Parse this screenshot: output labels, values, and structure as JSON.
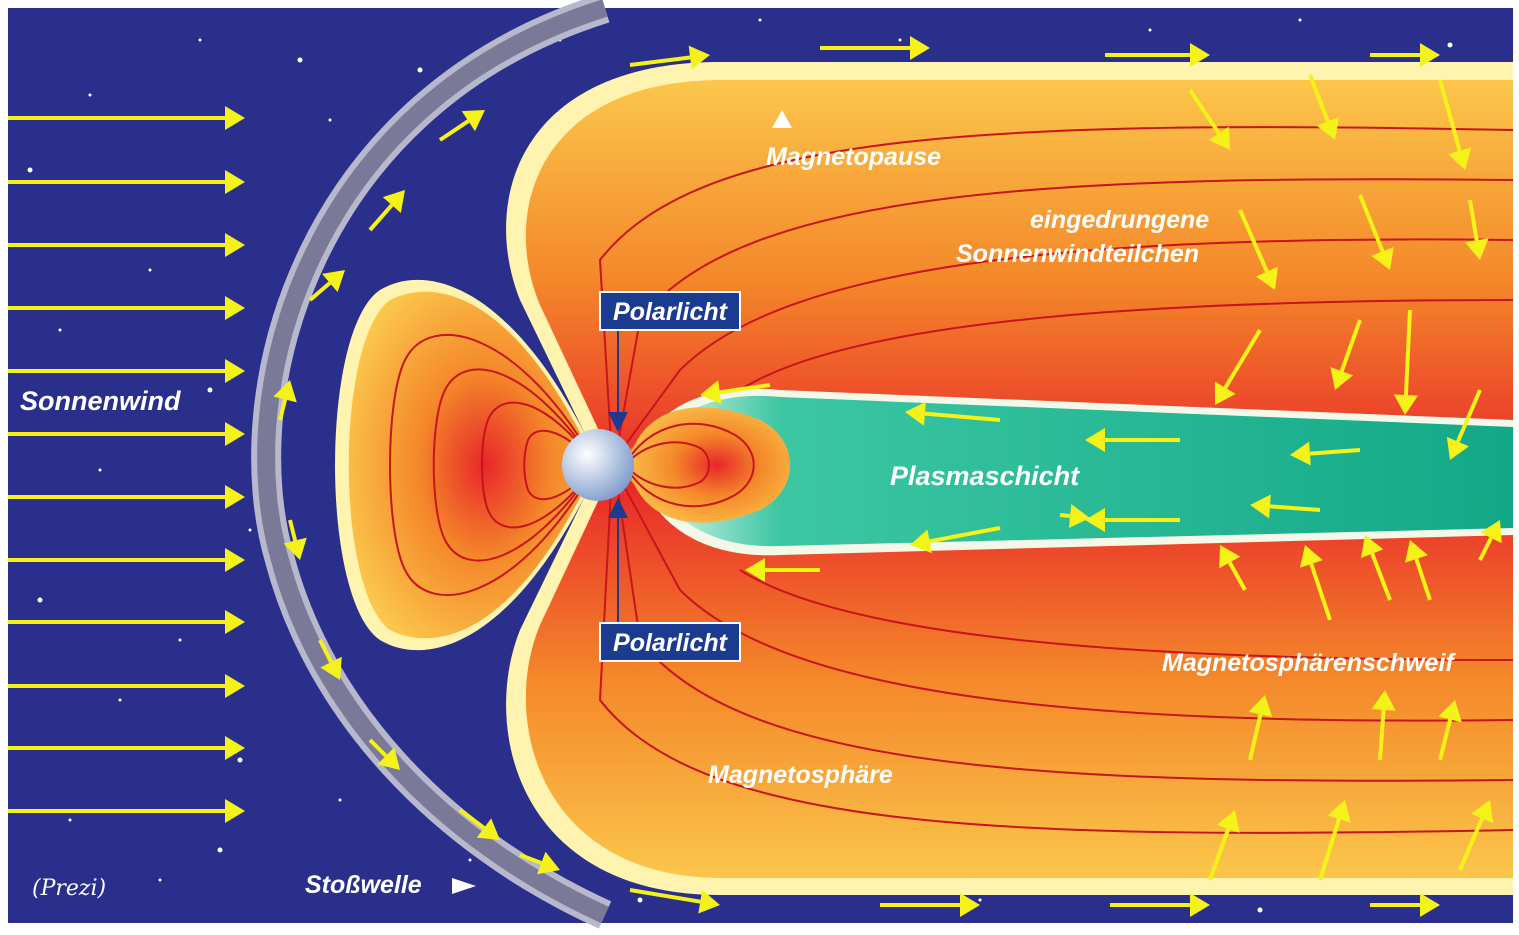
{
  "labels": {
    "solar_wind": "Sonnenwind",
    "magnetopause": "Magnetopause",
    "penetrated_particles_line1": "eingedrungene",
    "penetrated_particles_line2": "Sonnenwindteilchen",
    "aurora_north": "Polarlicht",
    "aurora_south": "Polarlicht",
    "plasma_sheet": "Plasmaschicht",
    "magnetotail": "Magnetosphärenschweif",
    "magnetosphere": "Magnetosphäre",
    "bow_shock": "Stoßwelle"
  },
  "credit": "(Prezi)",
  "colors": {
    "space": "#2b2f8c",
    "arrow": "#f5f219",
    "field_line": "#d0151c",
    "outer_red": "#e8262a",
    "orange": "#f4882a",
    "yellow": "#fbc64b",
    "plasma": "#1fb58f",
    "shock": "#8f8fa8",
    "label_box": "#1a3b8f"
  }
}
